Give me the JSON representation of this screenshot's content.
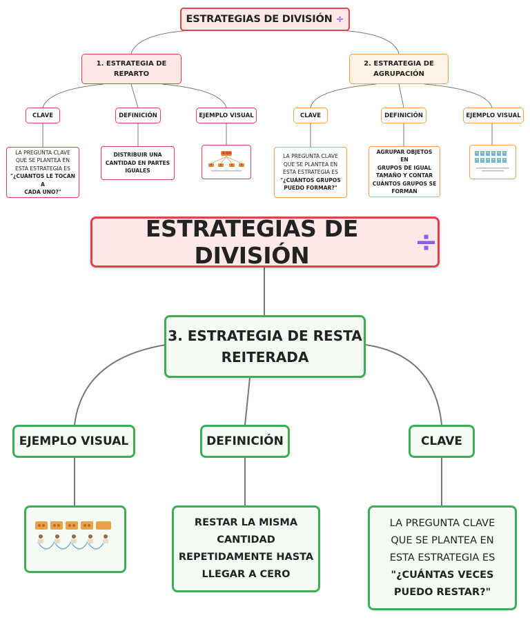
{
  "top": {
    "title": "ESTRATEGIAS DE DIVISIÓN",
    "divide_icon": "÷",
    "branch1": {
      "title": "1. ESTRATEGIA DE REPARTO",
      "tags": [
        "CLAVE",
        "DEFINICIÓN",
        "EJEMPLO VISUAL"
      ],
      "clave_plain": [
        "LA PREGUNTA CLAVE",
        "QUE SE PLANTEA EN",
        "ESTA ESTRATEGIA ES"
      ],
      "clave_strong": [
        "\"¿CUÁNTOS LE TOCAN A",
        "CADA UNO?\""
      ],
      "definicion": [
        "DISTRIBUIR UNA",
        "CANTIDAD EN PARTES",
        "IGUALES"
      ]
    },
    "branch2": {
      "title": "2. ESTRATEGIA DE AGRUPACIÓN",
      "tags": [
        "CLAVE",
        "DEFINICIÓN",
        "EJEMPLO VISUAL"
      ],
      "clave_plain": [
        "LA PREGUNTA CLAVE",
        "QUE SE PLANTEA EN",
        "ESTA ESTRATEGIA ES"
      ],
      "clave_strong": [
        "\"¿CUÁNTOS GRUPOS",
        "PUEDO FORMAR?\""
      ],
      "definicion": [
        "AGRUPAR OBJETOS EN",
        "GRUPOS DE IGUAL",
        "TAMAÑO Y CONTAR",
        "CUÁNTOS GRUPOS SE",
        "FORMAN"
      ]
    }
  },
  "bottom": {
    "title": "ESTRATEGIAS DE DIVISIÓN",
    "divide_icon": "÷",
    "branch3": {
      "title": [
        "3. ESTRATEGIA DE RESTA",
        "REITERADA"
      ],
      "tags": [
        "EJEMPLO VISUAL",
        "DEFINICIÓN",
        "CLAVE"
      ],
      "definicion": [
        "RESTAR LA MISMA",
        "CANTIDAD",
        "REPETIDAMENTE HASTA",
        "LLEGAR A CERO"
      ],
      "clave_plain": [
        "LA PREGUNTA CLAVE",
        "QUE SE PLANTEA EN",
        "ESTA ESTRATEGIA ES"
      ],
      "clave_strong": [
        "\"¿CUÁNTAS VECES",
        "PUEDO RESTAR?\""
      ]
    }
  },
  "colors": {
    "red": "#e2404a",
    "orange": "#f6a04d",
    "green": "#3dae55",
    "divide_purple": "#8e5fe0",
    "connector": "#777777"
  },
  "icons": [
    "divide-icon",
    "reparto-example-image",
    "agrupacion-example-image",
    "resta-example-image"
  ]
}
